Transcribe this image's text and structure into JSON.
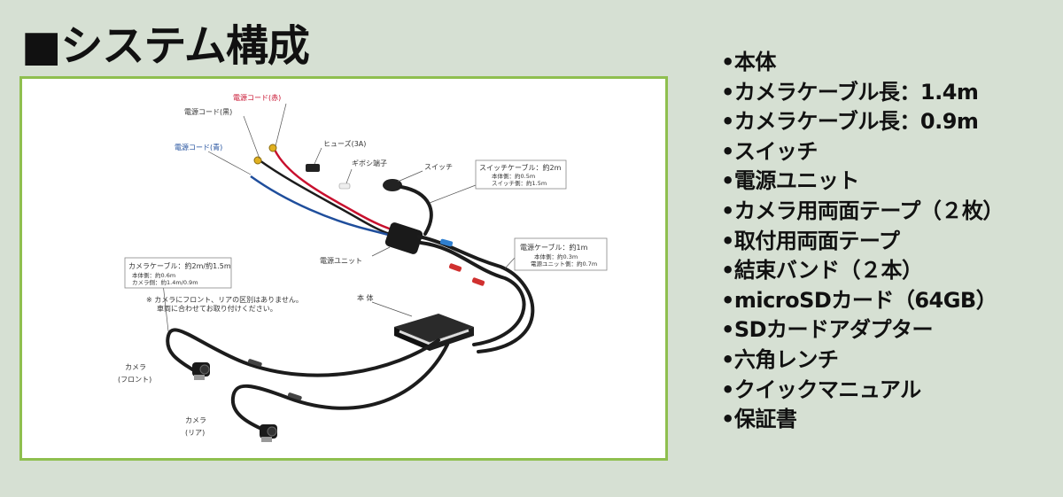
{
  "title": "■システム構成",
  "diagram": {
    "labels": {
      "power_red": "電源コード(赤)",
      "power_black": "電源コード(黒)",
      "power_blue": "電源コード(青)",
      "fuse": "ヒューズ(3A)",
      "terminal": "ギボシ端子",
      "switch": "スイッチ",
      "switch_cable": "スイッチケーブル：約2m",
      "switch_cable_body": "本体側：約0.5m",
      "switch_cable_switch": "スイッチ側：約1.5m",
      "power_cable": "電源ケーブル：約1m",
      "power_cable_body": "本体側：約0.3m",
      "power_cable_unit": "電源ユニット側：約0.7m",
      "power_unit": "電源ユニット",
      "camera_cable": "カメラケーブル：約2m/約1.5m",
      "camera_cable_body": "本体側：約0.6m",
      "camera_cable_camera": "カメラ側：約1.4m/0.9m",
      "note_line1": "※ カメラにフロント、リアの区別はありません。",
      "note_line2": "車両に合わせてお取り付けください。",
      "main_unit": "本 体",
      "camera_front_1": "カメラ",
      "camera_front_2": "(フロント)",
      "camera_rear_1": "カメラ",
      "camera_rear_2": "(リア)"
    },
    "colors": {
      "red_wire": "#c8102e",
      "blue_wire": "#1f4e9c",
      "accent_border": "#8fbf4f",
      "blue_connector": "#2f7fd0",
      "red_connector": "#d0302f"
    }
  },
  "contents": [
    "•本体",
    "•カメラケーブル長：1.4m",
    "•カメラケーブル長：0.9m",
    "•スイッチ",
    "•電源ユニット",
    "•カメラ用両面テープ（２枚）",
    "•取付用両面テープ",
    "•結束バンド（２本）",
    "•microSDカード（64GB）",
    "•SDカードアダプター",
    "•六角レンチ",
    "•クイックマニュアル",
    "•保証書"
  ]
}
